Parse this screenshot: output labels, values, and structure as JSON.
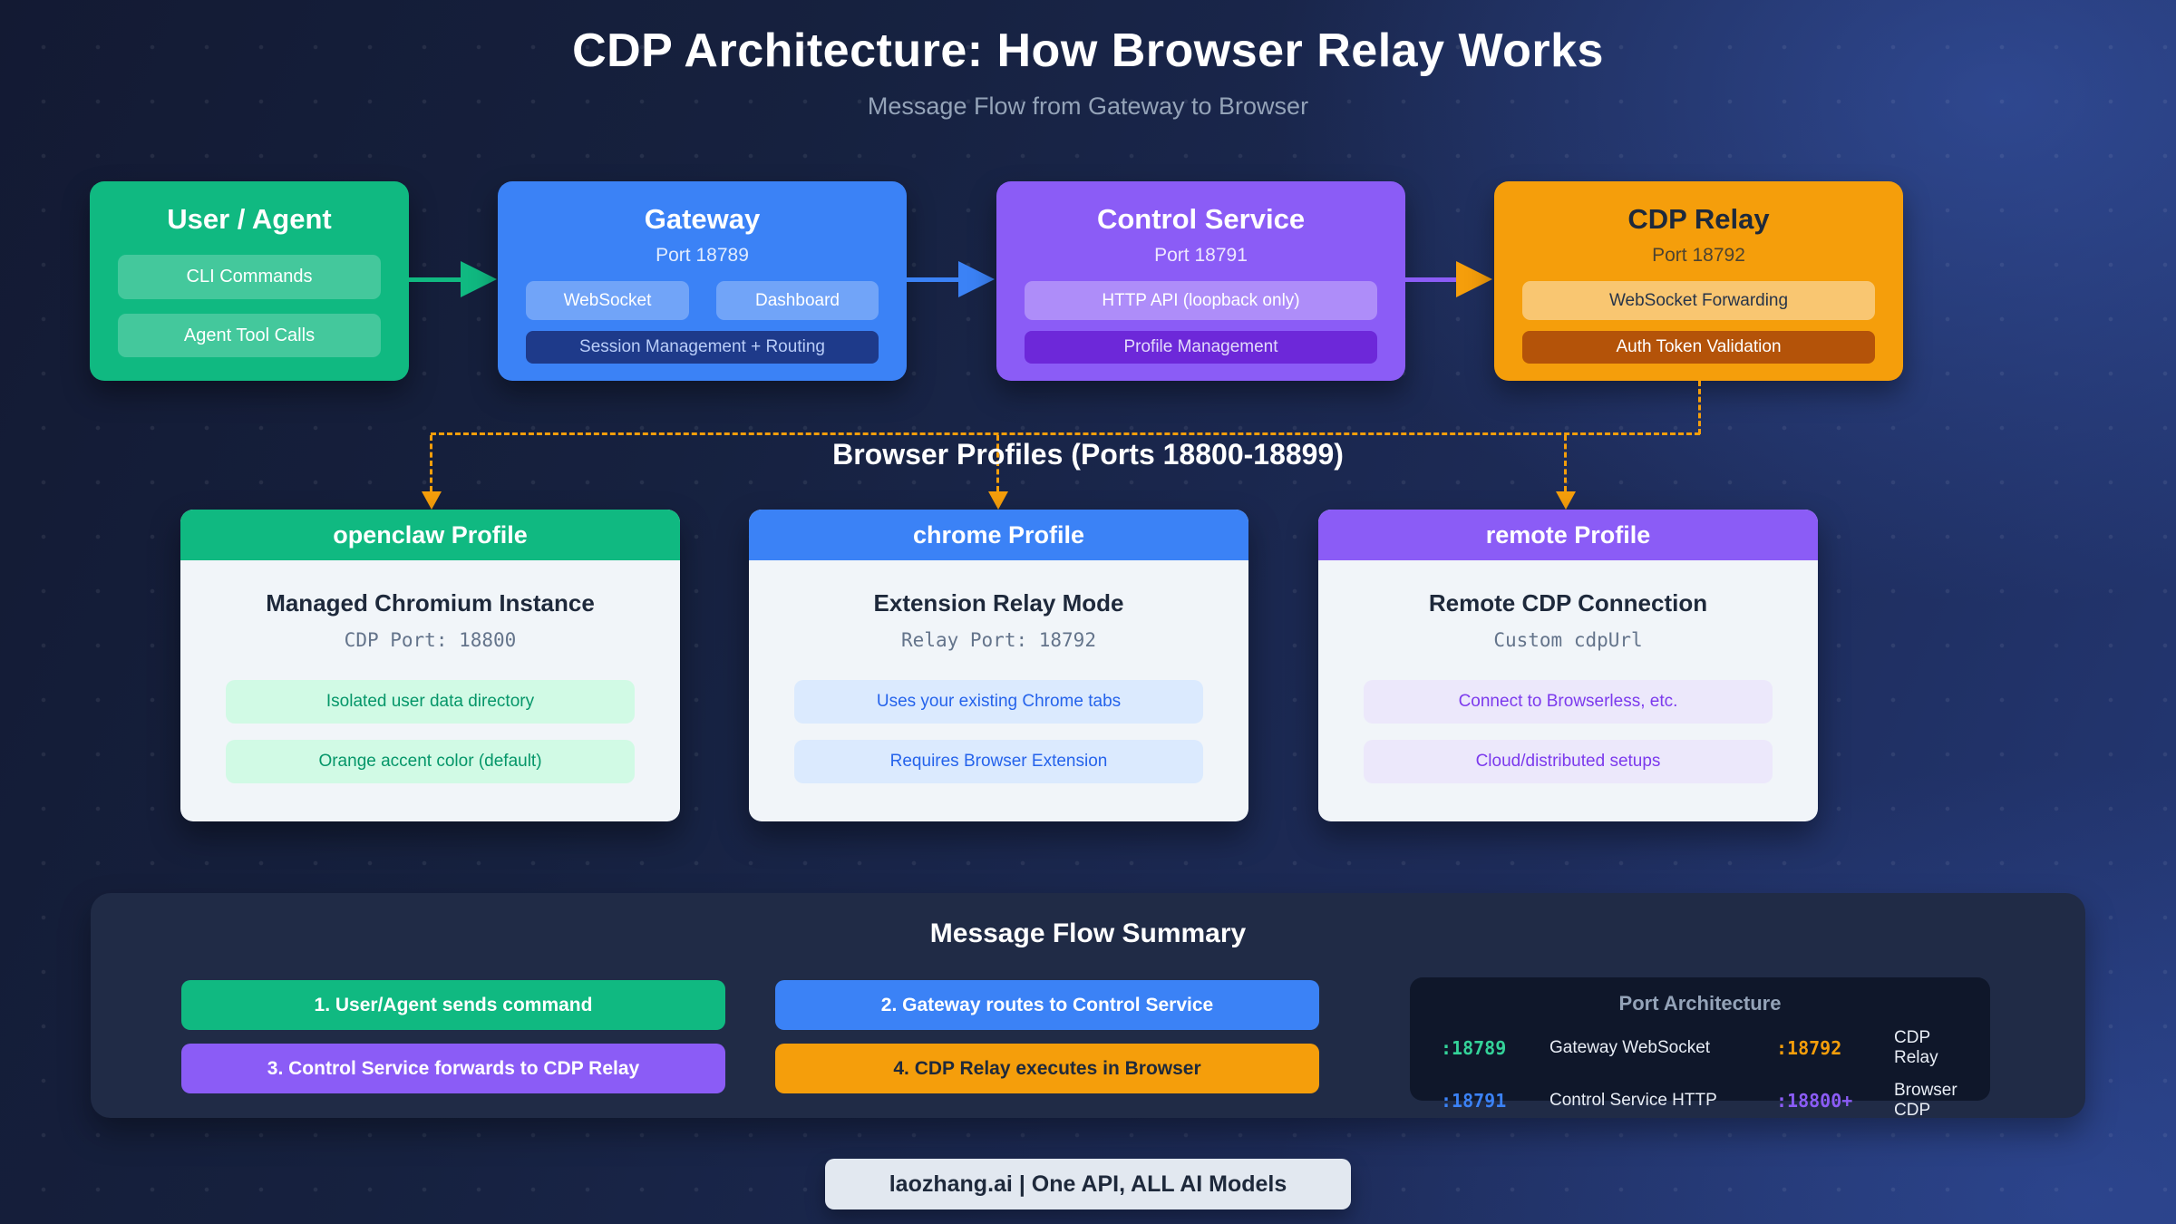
{
  "header": {
    "title": "CDP Architecture: How Browser Relay Works",
    "subtitle": "Message Flow from Gateway to Browser"
  },
  "flow": {
    "user_agent": {
      "title": "User / Agent",
      "pills": [
        "CLI Commands",
        "Agent Tool Calls"
      ]
    },
    "gateway": {
      "title": "Gateway",
      "port": "Port 18789",
      "pill_websocket": "WebSocket",
      "pill_dashboard": "Dashboard",
      "pill_session": "Session Management + Routing"
    },
    "control_service": {
      "title": "Control Service",
      "port": "Port 18791",
      "pill_http": "HTTP API (loopback only)",
      "pill_profile": "Profile Management"
    },
    "cdp_relay": {
      "title": "CDP Relay",
      "port": "Port 18792",
      "pill_forwarding": "WebSocket Forwarding",
      "pill_auth": "Auth Token Validation"
    }
  },
  "profiles_section": {
    "title": "Browser Profiles (Ports 18800-18899)",
    "cards": [
      {
        "header": "openclaw Profile",
        "heading": "Managed Chromium Instance",
        "port": "CDP Port: 18800",
        "pills": [
          "Isolated user data directory",
          "Orange accent color (default)"
        ]
      },
      {
        "header": "chrome Profile",
        "heading": "Extension Relay Mode",
        "port": "Relay Port: 18792",
        "pills": [
          "Uses your existing Chrome tabs",
          "Requires Browser Extension"
        ]
      },
      {
        "header": "remote Profile",
        "heading": "Remote CDP Connection",
        "port": "Custom cdpUrl",
        "pills": [
          "Connect to Browserless, etc.",
          "Cloud/distributed setups"
        ]
      }
    ]
  },
  "summary": {
    "title": "Message Flow Summary",
    "steps": [
      "1. User/Agent sends command",
      "2. Gateway routes to Control Service",
      "3. Control Service forwards to CDP Relay",
      "4. CDP Relay executes in Browser"
    ],
    "port_architecture": {
      "title": "Port Architecture",
      "entries": [
        {
          "port": ":18789",
          "label": "Gateway WebSocket",
          "color": "#34d399"
        },
        {
          "port": ":18792",
          "label": "CDP Relay",
          "color": "#f59e0b"
        },
        {
          "port": ":18791",
          "label": "Control Service HTTP",
          "color": "#3b82f6"
        },
        {
          "port": ":18800+",
          "label": "Browser CDP",
          "color": "#8b5cf6"
        }
      ]
    }
  },
  "footer": {
    "badge": "laozhang.ai | One API, ALL AI Models"
  },
  "colors": {
    "accent_green": "#10b981",
    "accent_blue": "#3b82f6",
    "accent_purple": "#8b5cf6",
    "accent_orange": "#f59e0b",
    "card_body": "#f1f5f9",
    "panel_dark": "#202b46",
    "ports_panel": "#0f172a"
  }
}
